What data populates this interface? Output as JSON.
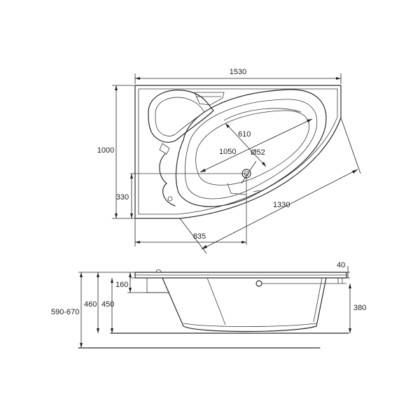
{
  "dimensions": {
    "top_width": "1530",
    "depth": "1000",
    "left_offset": "330",
    "oval_width": "610",
    "oval_length": "1050",
    "drain_diameter": "Ø52",
    "diagonal": "1330",
    "bottom_offset": "835",
    "rim_thickness": "40",
    "leg_offset": "160",
    "height_460": "460",
    "height_450": "450",
    "total_height": "590-670",
    "foot_height": "380"
  },
  "colors": {
    "line": "#2b2b2b",
    "background": "#ffffff"
  }
}
